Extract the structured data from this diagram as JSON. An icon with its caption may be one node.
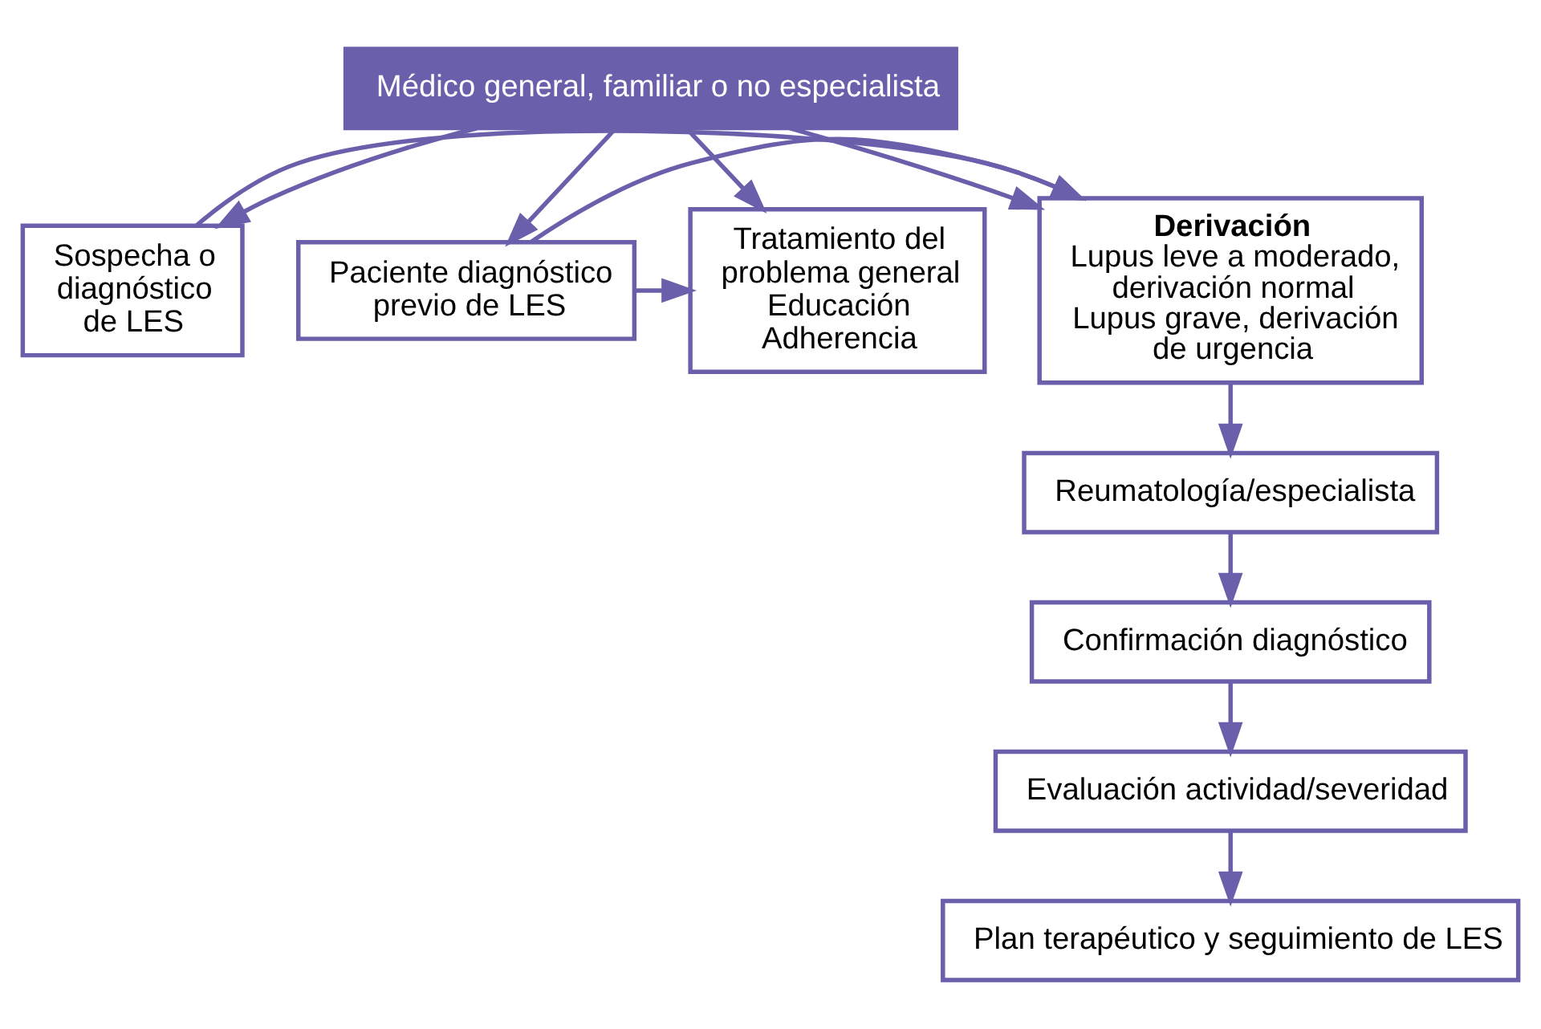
{
  "diagram": {
    "nodes": [
      {
        "text": [
          "Médico general, familiar o no especialista"
        ]
      },
      {
        "text": [
          "Sospecha o diagnóstico de LES"
        ]
      },
      {
        "text": [
          "Derivación",
          "Lupus leve a moderado, derivación normal",
          "Lupus grave, derivación de urgencia"
        ]
      },
      {
        "text": [
          "Paciente diagnóstico previo de LES"
        ]
      },
      {
        "text": [
          "Tratamiento del problema general",
          "Educación",
          "Adherencia"
        ]
      },
      {
        "text": [
          "Reumatología/especialista"
        ]
      },
      {
        "text": [
          "Confirmación diagnóstico"
        ]
      },
      {
        "text": [
          "Evaluación actividad/severidad"
        ]
      },
      {
        "text": [
          "Plan terapéutico y seguimiento de LES"
        ]
      }
    ],
    "edges": [
      {
        "from": 0,
        "to": 1,
        "arrow": "to"
      },
      {
        "from": 0,
        "to": 2,
        "arrow": "to"
      },
      {
        "from": 0,
        "to": 3,
        "arrow": "to"
      },
      {
        "from": 0,
        "to": 4,
        "arrow": "to"
      },
      {
        "from": 1,
        "to": 2,
        "arrow": "to"
      },
      {
        "from": 3,
        "to": 2,
        "arrow": "to"
      },
      {
        "from": 3,
        "to": 4,
        "arrow": "to"
      },
      {
        "from": 2,
        "to": 5,
        "arrow": "to"
      },
      {
        "from": 5,
        "to": 6,
        "arrow": "to"
      },
      {
        "from": 6,
        "to": 7,
        "arrow": "to"
      },
      {
        "from": 7,
        "to": 8,
        "arrow": "to"
      }
    ]
  }
}
